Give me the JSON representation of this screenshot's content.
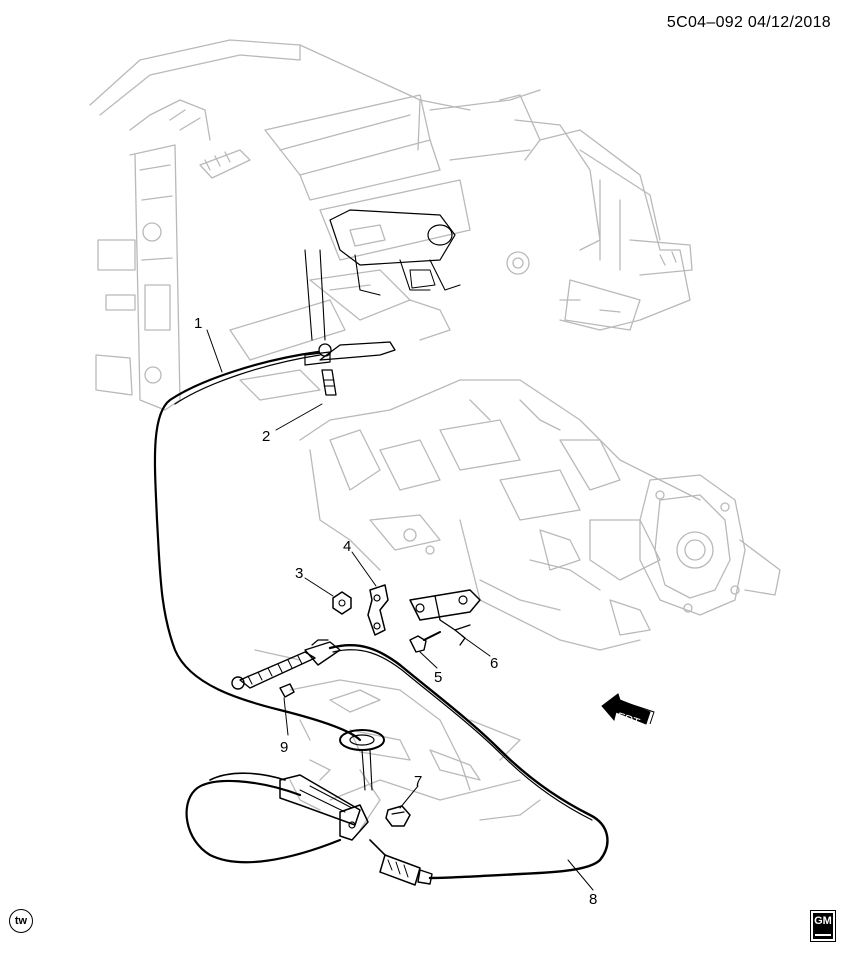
{
  "header": {
    "code": "5C04–092  04/12/2018"
  },
  "callouts": [
    "1",
    "2",
    "3",
    "4",
    "5",
    "6",
    "7",
    "8",
    "9"
  ],
  "badge": {
    "tw": "tw"
  },
  "direction": {
    "label": "FRT",
    "icon": "front-arrow-icon"
  },
  "logo": {
    "name": "gm-logo-icon"
  },
  "colors": {
    "ink": "#000000",
    "line_gray": "#b9b9b9",
    "background": "#ffffff"
  }
}
